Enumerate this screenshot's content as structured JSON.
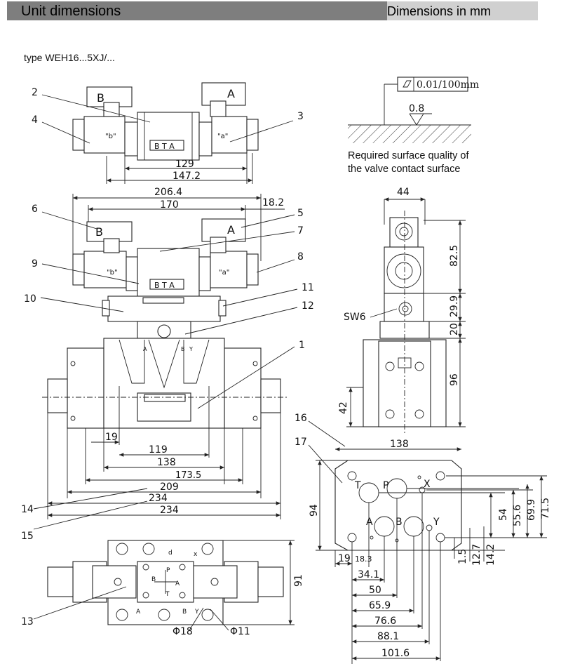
{
  "header": {
    "title": "Unit dimensions",
    "units_note": "Dimensions in mm"
  },
  "type_label": "type WEH16...5XJ/...",
  "surface": {
    "flatness": "0.01/100mm",
    "roughness": "0.8",
    "note_line1": "Required surface quality of",
    "note_line2": "the valve contact surface"
  },
  "solenoid_labels": {
    "left": "B",
    "right": "A",
    "left_quote": "\"b\"",
    "right_quote": "\"a\"",
    "brand": "B T A"
  },
  "callouts": [
    "1",
    "2",
    "3",
    "4",
    "5",
    "6",
    "7",
    "8",
    "9",
    "10",
    "11",
    "12",
    "13",
    "14",
    "15",
    "16",
    "17"
  ],
  "callout_sw6": "SW6",
  "dims_top": {
    "d129": "129",
    "d147_2": "147.2"
  },
  "dims_front": {
    "d206_4": "206.4",
    "d170": "170",
    "d18_2": "18.2"
  },
  "dims_main": {
    "d19": "19",
    "d119": "119",
    "d138": "138",
    "d173_5": "173.5",
    "d209": "209",
    "d234a": "234",
    "d234b": "234"
  },
  "dims_side": {
    "d44": "44",
    "d82_5": "82.5",
    "d29_9": "29.9",
    "d20": "20",
    "d96": "96",
    "d42": "42"
  },
  "dims_plan": {
    "d91": "91",
    "phi18": "Φ18",
    "phi11": "Φ11"
  },
  "plan_ports": {
    "p": "P",
    "t": "T",
    "a": "A",
    "b": "B",
    "d": "d",
    "x": "x",
    "a2": "A",
    "b2": "B",
    "y": "Y"
  },
  "base_ports": {
    "t": "T",
    "p": "P",
    "x": "X",
    "a": "A",
    "b": "B",
    "y": "Y"
  },
  "dims_base": {
    "d138": "138",
    "d94": "94",
    "d19": "19",
    "d18_3": "18.3",
    "d34_1": "34.1",
    "d50": "50",
    "d65_9": "65.9",
    "d76_6": "76.6",
    "d88_1": "88.1",
    "d101_6": "101.6",
    "d54": "54",
    "d55_6": "55.6",
    "d69_9": "69.9",
    "d71_5": "71.5",
    "d1_5": "1.5",
    "d12_7": "12.7",
    "d14_2": "14.2"
  }
}
